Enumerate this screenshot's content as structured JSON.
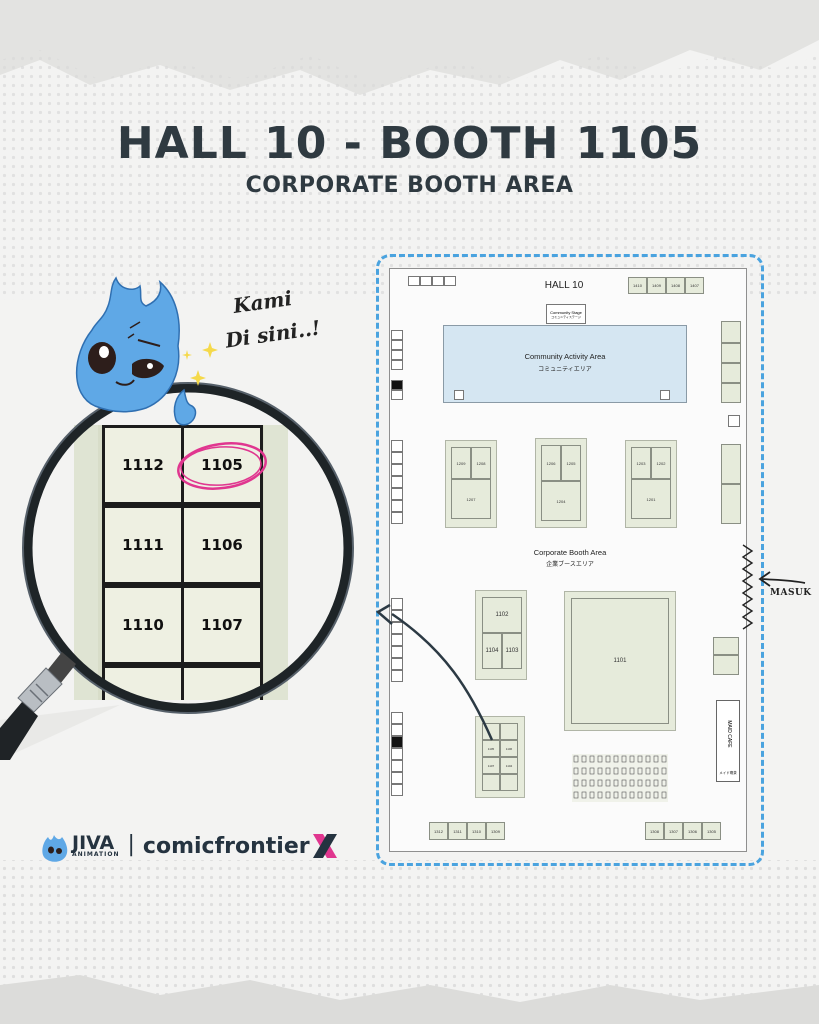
{
  "header": {
    "title": "HALL 10 - BOOTH 1105",
    "subtitle": "CORPORATE BOOTH AREA"
  },
  "callout": {
    "line1": "Kami",
    "line2": "Di sini..!",
    "entrance": "MASUK"
  },
  "magnifier": {
    "booths": [
      "1112",
      "1105",
      "1111",
      "1106",
      "1110",
      "1107"
    ],
    "highlighted": "1105",
    "highlight_color": "#e0368f"
  },
  "map": {
    "hall_name": "HALL 10",
    "community_stage": "Community Stage",
    "community_stage_sub": "コミュニティステージ",
    "community_area": "Community Activity Area",
    "community_area_jp": "コミュニティエリア",
    "corporate_area": "Corporate Booth Area",
    "corporate_area_jp": "企業ブースエリア",
    "maid_cafe": "MAID CAFE",
    "maid_cafe_jp": "メイド喫茶",
    "booth_1101": "1101",
    "booth_1102": "1102",
    "booth_1103": "1103",
    "booth_1104": "1104",
    "group_1207": [
      "1209",
      "1208",
      "1207"
    ],
    "group_1204": [
      "1206",
      "1205",
      "1204"
    ],
    "group_1201": [
      "1203",
      "1202",
      "1201"
    ],
    "top_right_booths": [
      "1410",
      "1409",
      "1408",
      "1407"
    ],
    "bottom_left_booths": [
      "1312",
      "1311",
      "1310",
      "1309"
    ],
    "bottom_right_booths": [
      "1308",
      "1307",
      "1306",
      "1305"
    ],
    "corp_small_booths": [
      "1106",
      "1105",
      "1107",
      "1104"
    ],
    "frame_color": "#4aa3df",
    "booth_color": "#e6ebdb",
    "community_color": "#d5e6f2"
  },
  "footer": {
    "brand1": "JIVA",
    "brand1_sub": "ANIMATION",
    "separator": "|",
    "brand2": "comicfrontier"
  },
  "colors": {
    "title": "#2f3a41",
    "mascot": "#5fa8e6"
  }
}
